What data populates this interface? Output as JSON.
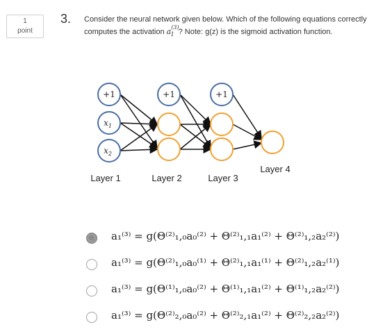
{
  "points": {
    "value": "1",
    "label": "point"
  },
  "question": {
    "number": "3.",
    "line1": "Consider the neural network given below. Which of the following equations correctly",
    "line2_pre": "computes the activation ",
    "line2_var": "a",
    "line2_sup": "(3)",
    "line2_sub": "1",
    "line2_post": "? Note: g(z) is the sigmoid activation function."
  },
  "network": {
    "bias_label": "+1",
    "x1_label": "x",
    "x1_sub": "1",
    "x2_label": "x",
    "x2_sub": "2",
    "layer_labels": [
      "Layer 1",
      "Layer 2",
      "Layer 3",
      "Layer 4"
    ],
    "input_color": "#4a6fa5",
    "hidden_color": "#f0a030"
  },
  "options": [
    {
      "selected": true,
      "text": "a₁⁽³⁾ = g(Θ⁽²⁾₁,₀a₀⁽²⁾ + Θ⁽²⁾₁,₁a₁⁽²⁾ + Θ⁽²⁾₁,₂a₂⁽²⁾)"
    },
    {
      "selected": false,
      "text": "a₁⁽³⁾ = g(Θ⁽²⁾₁,₀a₀⁽¹⁾ + Θ⁽²⁾₁,₁a₁⁽¹⁾ + Θ⁽²⁾₁,₂a₂⁽¹⁾)"
    },
    {
      "selected": false,
      "text": "a₁⁽³⁾ = g(Θ⁽¹⁾₁,₀a₀⁽²⁾ + Θ⁽¹⁾₁,₁a₁⁽²⁾ + Θ⁽¹⁾₁,₂a₂⁽²⁾)"
    },
    {
      "selected": false,
      "text": "a₁⁽³⁾ = g(Θ⁽²⁾₂,₀a₀⁽²⁾ + Θ⁽²⁾₂,₁a₁⁽²⁾ + Θ⁽²⁾₂,₂a₂⁽²⁾)"
    }
  ]
}
